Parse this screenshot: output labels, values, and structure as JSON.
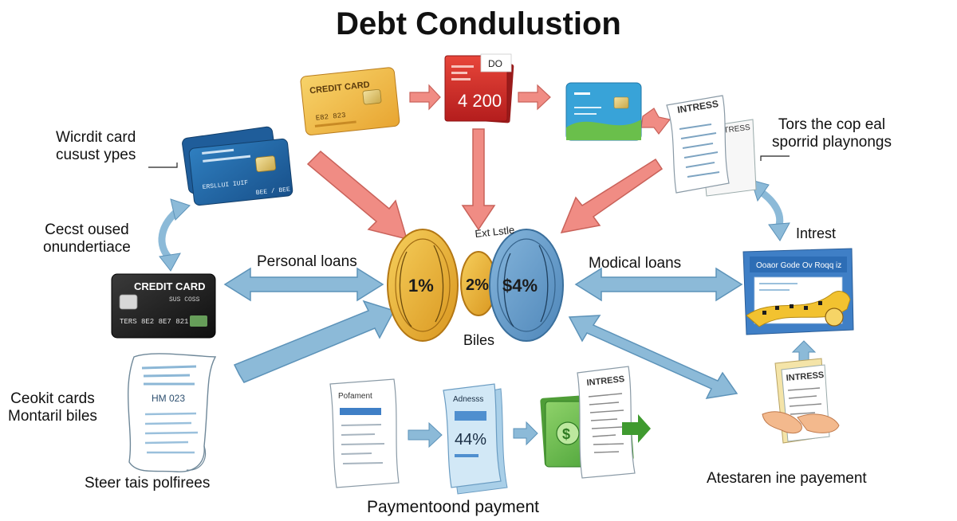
{
  "title": "Debt Condulustion",
  "labels": {
    "wicrdit": [
      "Wicrdit card",
      "cusust ypes"
    ],
    "tors": [
      "Tors the cop eal",
      "sporrid playnongs"
    ],
    "cecst": [
      "Cecst oused",
      "onundertiace"
    ],
    "personal": "Personal loans",
    "modical": "Modical loans",
    "intrest": "Intrest",
    "biles": "Biles",
    "ceokit": [
      "Ceokit cards",
      "Montaril biles"
    ],
    "steer": "Steer tais polfirees",
    "paymentoond": "Paymentoond payment",
    "atestaren": "Atestaren ine payement",
    "ext_lstle": "Ext Lstle"
  },
  "cards": {
    "yellow": {
      "title": "CREDIT CARD",
      "number": "E82 823"
    },
    "blue_left": {
      "line1": "ERSLLUI IUIF",
      "line2": "BEE / BEE"
    },
    "black": {
      "title": "CREDIT CARD",
      "sub": "SUS COSS",
      "number": "TERS 8E2 8E7 821"
    },
    "amount": {
      "value": "4 200",
      "tag": "DO"
    }
  },
  "docs": {
    "intress_top": "INTRESS",
    "intress_top_back": "INTRESS",
    "intress_pay": "INTRESS",
    "intress_hand": "INTRESS",
    "adnesss": "Adnesss",
    "adnesss_value": "44%",
    "pofament": "Pofament",
    "bill_left": "HM 023",
    "medical_title": "Ooaor Gode Ov Roqq iz"
  },
  "coins": {
    "left": "1%",
    "middle": "2%",
    "right": "$4%"
  },
  "colors": {
    "arrow_blue": "#8cbad8",
    "arrow_red": "#f08c84",
    "coin_gold": "#efb63c",
    "coin_blue": "#6fa4cf"
  }
}
